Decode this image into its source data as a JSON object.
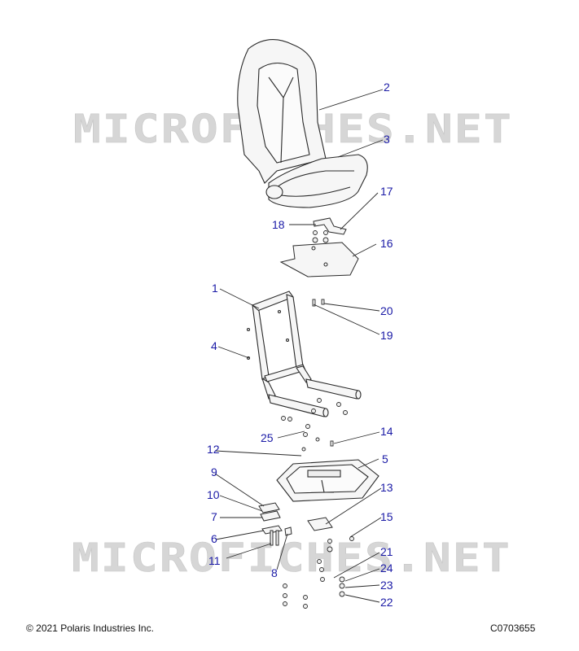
{
  "watermark": {
    "text": "MICROFICHES.NET",
    "color": "#d4d4d4"
  },
  "callouts": {
    "c1": "1",
    "c2": "2",
    "c3": "3",
    "c4": "4",
    "c5": "5",
    "c6": "6",
    "c7": "7",
    "c8": "8",
    "c9": "9",
    "c10": "10",
    "c11": "11",
    "c12": "12",
    "c13": "13",
    "c14": "14",
    "c15": "15",
    "c16": "16",
    "c17": "17",
    "c18": "18",
    "c19": "19",
    "c20": "20",
    "c21": "21",
    "c22": "22",
    "c23": "23",
    "c24": "24",
    "c25": "25"
  },
  "colors": {
    "callout": "#1a1aa6",
    "line": "#2a2a2a",
    "part_fill": "#f6f6f6"
  },
  "footer": {
    "copyright": "© 2021 Polaris Industries Inc.",
    "drawing_number": "C0703655"
  }
}
